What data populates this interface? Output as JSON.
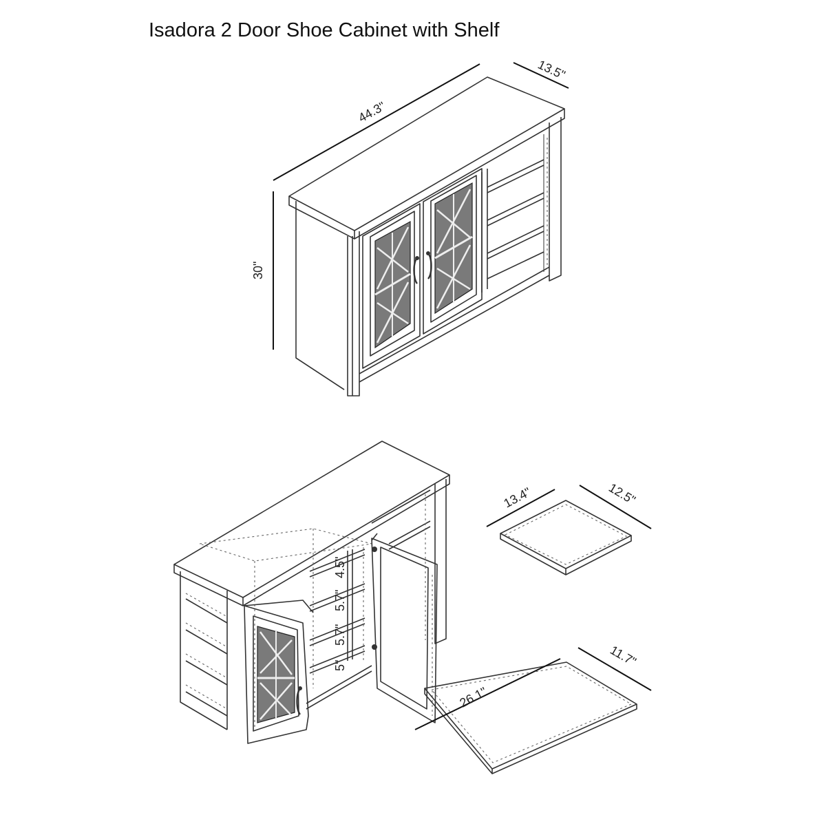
{
  "title": "Isadora 2 Door Shoe Cabinet with Shelf",
  "dimensions": {
    "width": "44.3\"",
    "depth": "13.5\"",
    "height": "30\""
  },
  "shelf_spacings": {
    "top": "4.5\"",
    "second": "5.7\"",
    "third": "5.7\"",
    "bottom": "5\""
  },
  "small_shelf": {
    "length": "13.4\"",
    "width": "12.5\""
  },
  "large_shelf": {
    "length": "26.1\"",
    "width": "11.7\""
  }
}
